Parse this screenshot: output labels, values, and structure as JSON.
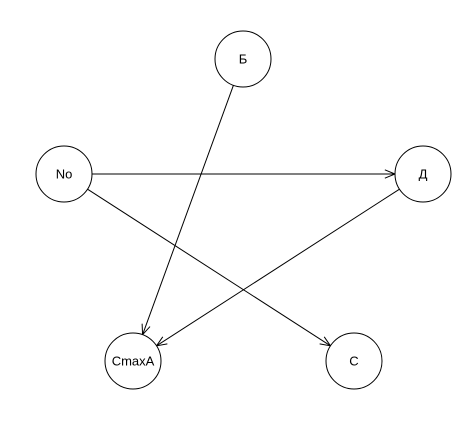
{
  "graph": {
    "nodes": [
      {
        "id": "B",
        "label": "Б"
      },
      {
        "id": "No",
        "label": "No"
      },
      {
        "id": "D",
        "label": "Д"
      },
      {
        "id": "CmaxA",
        "label": "CmaxA"
      },
      {
        "id": "C",
        "label": "C"
      }
    ],
    "edges": [
      {
        "from": "B",
        "to": "CmaxA"
      },
      {
        "from": "No",
        "to": "D"
      },
      {
        "from": "No",
        "to": "C"
      },
      {
        "from": "D",
        "to": "CmaxA"
      }
    ]
  }
}
